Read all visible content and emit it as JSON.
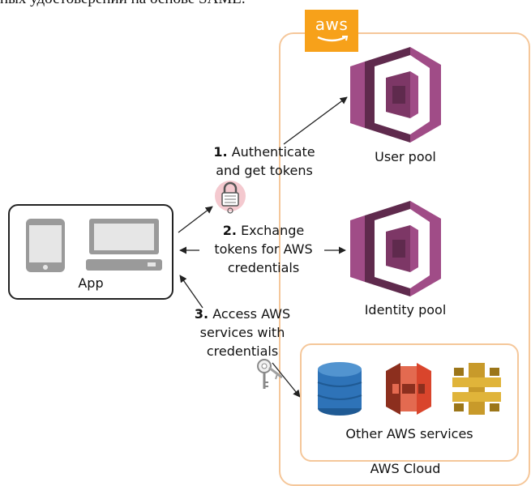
{
  "page_caption": "ных удостоверений на основе SAML.",
  "aws_badge": {
    "text": "aws"
  },
  "app": {
    "label": "App"
  },
  "user_pool": {
    "label": "User pool"
  },
  "identity_pool": {
    "label": "Identity pool"
  },
  "other_services": {
    "label": "Other AWS services"
  },
  "cloud": {
    "label": "AWS Cloud"
  },
  "steps": [
    {
      "num": "1.",
      "line1": "Authenticate",
      "line2": "and get tokens"
    },
    {
      "num": "2.",
      "line1": "Exchange",
      "line2": "tokens for AWS",
      "line3": "credentials"
    },
    {
      "num": "3.",
      "line1": "Access AWS",
      "line2": "services with",
      "line3": "credentials"
    }
  ],
  "icons": {
    "cognito": "cognito-icon",
    "dynamodb": "dynamodb-icon",
    "s3": "s3-icon",
    "api_gateway": "api-gateway-icon",
    "lock": "lock-icon",
    "keys": "keys-icon"
  },
  "colors": {
    "aws_orange": "#f7a11a",
    "cognito_purple": "#a04c87",
    "cognito_dark": "#5f2a4d",
    "dynamo_blue": "#2e73b8",
    "s3_red": "#d9452c",
    "apigw_gold": "#c89a2a",
    "cloud_border": "#f5c79a"
  }
}
